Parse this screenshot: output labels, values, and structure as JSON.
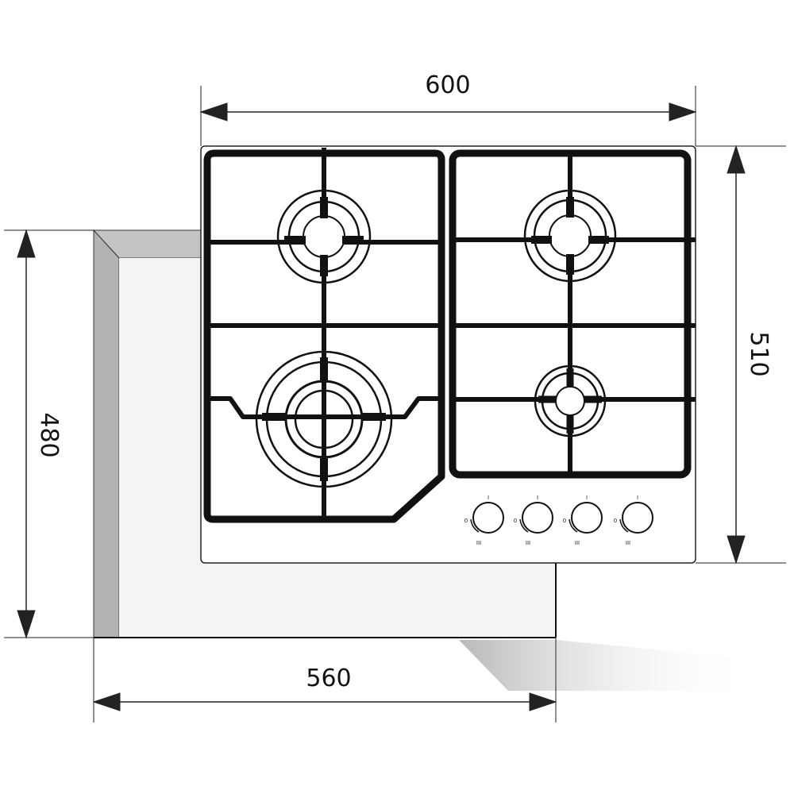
{
  "dimensions": {
    "hob_width": "600",
    "hob_depth": "510",
    "cutout_width": "560",
    "cutout_depth": "480"
  },
  "knobs": [
    {
      "top_mark": "I",
      "side_mark": "0",
      "bottom_mark": "III"
    },
    {
      "top_mark": "I",
      "side_mark": "0",
      "bottom_mark": "III"
    },
    {
      "top_mark": "I",
      "side_mark": "0",
      "bottom_mark": "III"
    },
    {
      "top_mark": "I",
      "side_mark": "0",
      "bottom_mark": "III"
    }
  ],
  "colors": {
    "line": "#111111",
    "grate": "#111111",
    "cutout_side": "#b3b3b3",
    "cutout_face": "#f4f4f4",
    "dim_line": "#222222"
  }
}
